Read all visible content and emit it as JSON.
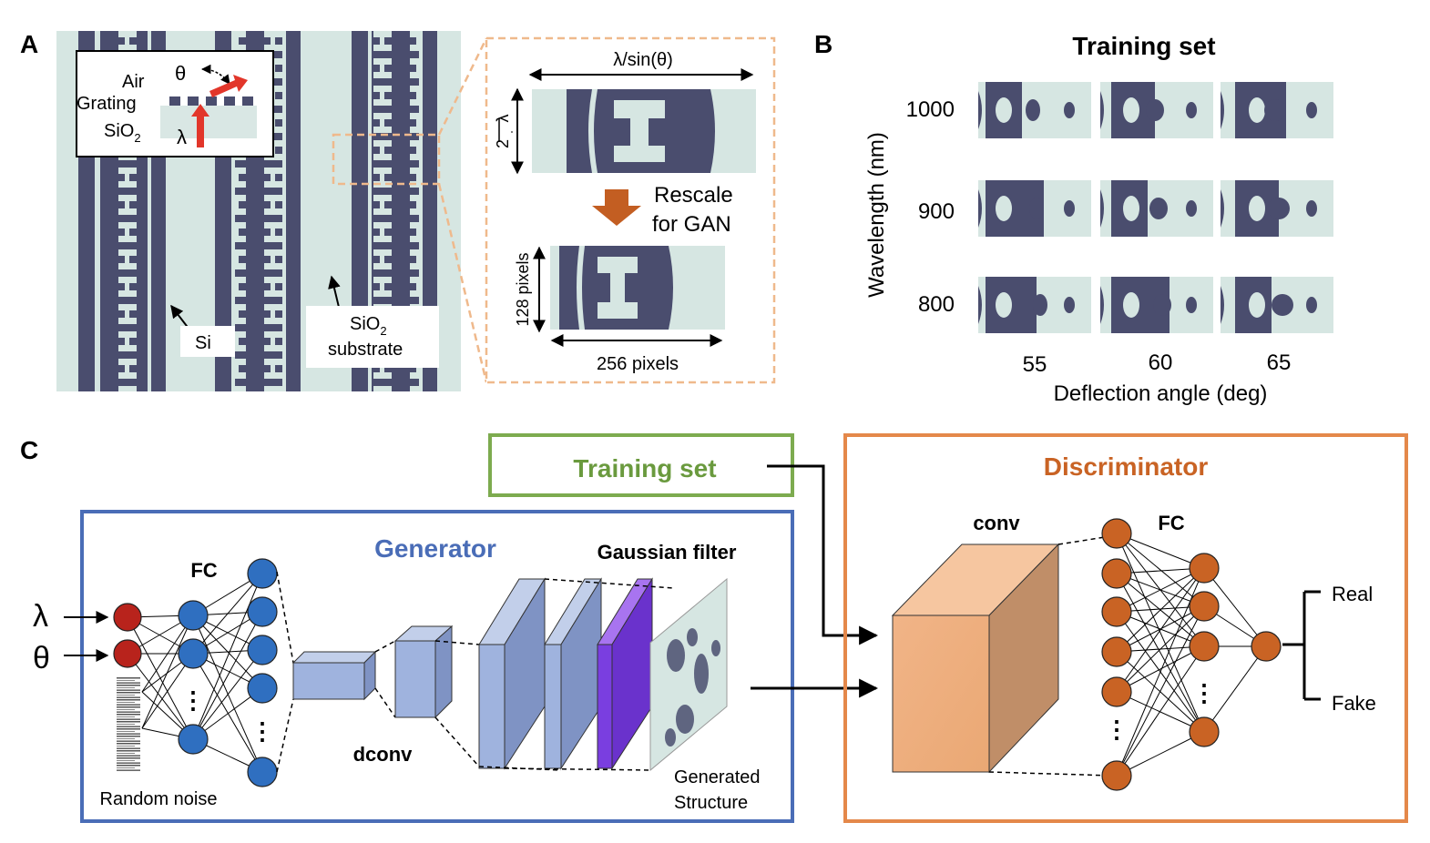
{
  "panel_a": {
    "letter": "A",
    "inset": {
      "air": "Air",
      "grating": "Grating",
      "sio2": "SiO",
      "sio2_sub": "2",
      "theta": "θ",
      "lambda": "λ"
    },
    "label_si": "Si",
    "label_substrate_sio": "SiO",
    "label_substrate_sub": "2",
    "label_substrate": "substrate",
    "zoom": {
      "period_label": "λ/sin(θ)",
      "half_lambda_num": "λ",
      "half_lambda_den": "2",
      "rescale_line1": "Rescale",
      "rescale_line2": "for GAN",
      "height_label": "128 pixels",
      "width_label": "256 pixels"
    }
  },
  "panel_b": {
    "letter": "B",
    "title": "Training set",
    "ylabel": "Wavelength (nm)",
    "xlabel": "Deflection angle (deg)",
    "rows": [
      "1000",
      "900",
      "800"
    ],
    "cols": [
      "55",
      "60",
      "65"
    ]
  },
  "panel_c": {
    "letter": "C",
    "training_set": "Training set",
    "generator": "Generator",
    "discriminator": "Discriminator",
    "input_lambda": "λ",
    "input_theta": "θ",
    "random_noise": "Random noise",
    "gen_fc": "FC",
    "dconv": "dconv",
    "gaussian_filter": "Gaussian filter",
    "generated_line1": "Generated",
    "generated_line2": "Structure",
    "conv": "conv",
    "disc_fc": "FC",
    "real": "Real",
    "fake": "Fake",
    "ellipsis": "⋮"
  },
  "colors": {
    "si": "#4a4d6e",
    "substrate": "#d6e6e2",
    "accent_orange": "#e4884a",
    "zoom_border": "#efb98c",
    "generator_blue": "#4a6db7",
    "training_green": "#7dab4f",
    "red_node": "#b8231c",
    "blue_node": "#2f6fc0",
    "orange_node": "#c96324",
    "arrow_red": "#e2362a",
    "rescale_arrow": "#c35e22",
    "filter_purple": "#7a3ee0"
  }
}
